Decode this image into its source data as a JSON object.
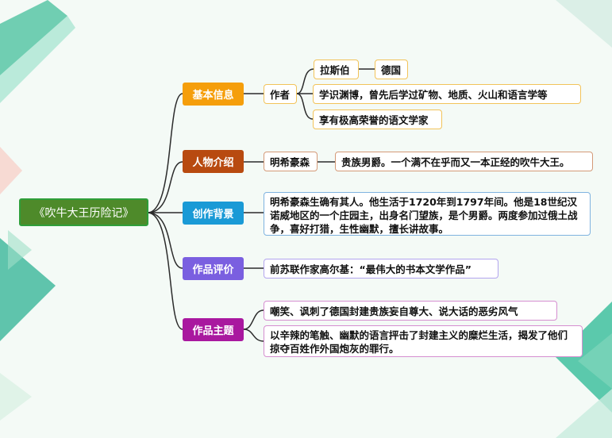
{
  "colors": {
    "root": "#4e8a2a",
    "basic": "#f59e0b",
    "person": "#b84a10",
    "background": "#1a9ad6",
    "review": "#7a5fe0",
    "theme": "#a9189f"
  },
  "root": {
    "title": "《吹牛大王历险记》"
  },
  "branches": {
    "basic": {
      "label": "基本信息",
      "author_label": "作者",
      "author_name": "拉斯伯",
      "author_country": "德国",
      "learning": "学识渊博，曾先后学过矿物、地质、火山和语言学等",
      "honor": "享有极高荣誉的语文学家"
    },
    "person": {
      "label": "人物介绍",
      "name": "明希豪森",
      "desc": "贵族男爵。一个满不在乎而又一本正经的吹牛大王。"
    },
    "background": {
      "label": "创作背景",
      "text": "明希豪森生确有其人。他生活于1720年到1797年间。他是18世纪汉诺威地区的一个庄园主，出身名门望族，是个男爵。两度参加过俄土战争，喜好打猎，生性幽默，擅长讲故事。"
    },
    "review": {
      "label": "作品评价",
      "text": "前苏联作家高尔基：“最伟大的书本文学作品”"
    },
    "theme": {
      "label": "作品主题",
      "point1": "嘲笑、讽刺了德国封建贵族妄自尊大、说大话的恶劣风气",
      "point2": "以辛辣的笔触、幽默的语言抨击了封建主义的糜烂生活，揭发了他们掠夺百姓作外国炮灰的罪行。"
    }
  }
}
